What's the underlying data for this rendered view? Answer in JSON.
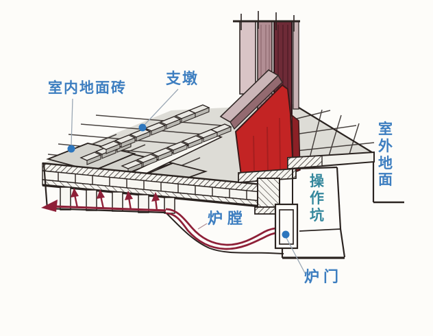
{
  "diagram": {
    "labels": {
      "indoor_floor_tile": "室内地面砖",
      "support_pier": "支墩",
      "outdoor_ground": "室外地面",
      "operation_pit": "操作坑",
      "furnace_chamber": "炉膛",
      "furnace_door": "炉门"
    },
    "markers": {
      "count": 3,
      "color": "#2d76bd"
    },
    "colors": {
      "label_blue": "#3d7ec0",
      "pit_label_teal": "#34879c",
      "marker_blue": "#2d76bd",
      "wall_bright_red": "#c32424",
      "wall_dark_maroon": "#6e2b37",
      "wall_side_red": "#8c2026",
      "ledge_mauve": "#936a70",
      "strip_pink": "#d9c4c6",
      "strip_mid_mauve": "#b28e94",
      "flow_arrow_red": "#8e2038",
      "tile_gray": "#dddcd6",
      "line_black": "#2a2320",
      "background": "#fdfcf9"
    }
  }
}
